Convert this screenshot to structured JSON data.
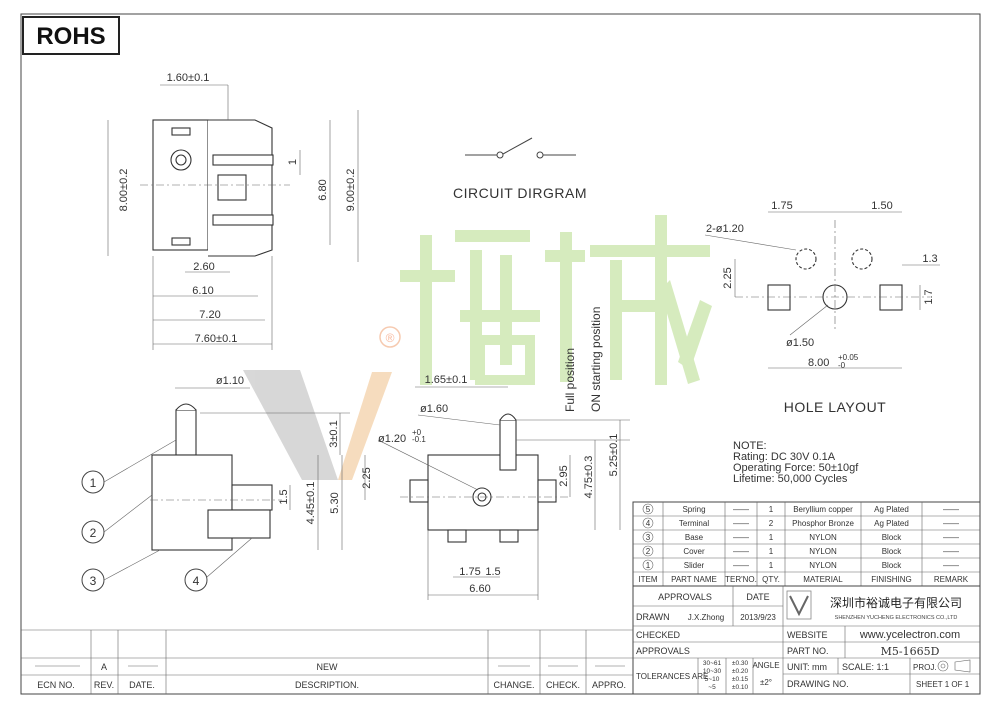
{
  "rohs": "ROHS",
  "side_view": {
    "dims": [
      "1.60±0.1",
      "8.00±0.2",
      "1",
      "6.80",
      "9.00±0.2",
      "2.60",
      "6.10",
      "7.20",
      "7.60±0.1"
    ]
  },
  "circuit": {
    "title": "CIRCUIT DIRGRAM"
  },
  "hole_layout": {
    "title": "HOLE LAYOUT",
    "dims": [
      "1.75",
      "1.50",
      "2-ø1.20",
      "2.25",
      "1.3",
      "1.7",
      "ø1.50",
      "8.00"
    ],
    "tol_upper": "+0.05",
    "tol_lower": "-0"
  },
  "front_view": {
    "dims": [
      "ø1.10",
      "3±0.1",
      "2.25",
      "1.5",
      "4.45±0.1",
      "5.30"
    ],
    "balloons": [
      "1",
      "2",
      "3",
      "4"
    ]
  },
  "top_view": {
    "dims": [
      "1.65±0.1",
      "ø1.60",
      "ø1.20",
      "+0",
      "-0.1",
      "2.95",
      "4.75±0.3",
      "5.25±0.1",
      "1.75",
      "1.5",
      "6.60"
    ],
    "positions": [
      "Full position",
      "ON starting position"
    ]
  },
  "note": {
    "lines": [
      "NOTE:",
      "Rating: DC   30V   0.1A",
      "Operating Force: 50±10gf",
      "Lifetime:   50,000 Cycles"
    ]
  },
  "watermark": {
    "reg": "®"
  },
  "bom": {
    "headers": [
      "ITEM",
      "PART NAME",
      "TER'NO.",
      "QTY.",
      "MATERIAL",
      "FINISHING",
      "REMARK"
    ],
    "rows": [
      {
        "item": "5",
        "name": "Spring",
        "ter": "——",
        "qty": "1",
        "material": "Beryllium copper",
        "finish": "Ag Plated",
        "remark": "——"
      },
      {
        "item": "4",
        "name": "Terminal",
        "ter": "——",
        "qty": "2",
        "material": "Phosphor Bronze",
        "finish": "Ag Plated",
        "remark": "——"
      },
      {
        "item": "3",
        "name": "Base",
        "ter": "——",
        "qty": "1",
        "material": "NYLON",
        "finish": "Block",
        "remark": "——"
      },
      {
        "item": "2",
        "name": "Cover",
        "ter": "——",
        "qty": "1",
        "material": "NYLON",
        "finish": "Block",
        "remark": "——"
      },
      {
        "item": "1",
        "name": "Slider",
        "ter": "——",
        "qty": "1",
        "material": "NYLON",
        "finish": "Block",
        "remark": "——"
      }
    ]
  },
  "title_block": {
    "approvals": "APPROVALS",
    "date": "DATE",
    "drawn": "DRAWN",
    "drawn_by": "J.X.Zhong",
    "drawn_date": "2013/9/23",
    "checked": "CHECKED",
    "approvals2": "APPROVALS",
    "tolerances": "TOLERANCES ARE",
    "tol_ranges": [
      "30~61",
      "10~30",
      "5~10",
      "~5"
    ],
    "tol_values": [
      "±0.30",
      "±0.20",
      "±0.15",
      "±0.10"
    ],
    "angle": "ANGLE",
    "angle_val": "±2°",
    "company_cn": "深圳市裕诚电子有限公司",
    "company_en": "SHENZHEN YUCHENG ELECTRONICS CO.,LTD",
    "website_label": "WEBSITE",
    "website": "www.ycelectron.com",
    "part_no_label": "PART NO.",
    "part_no": "M5-1665D",
    "unit": "UNIT: mm",
    "scale": "SCALE:   1:1",
    "proj": "PROJ.",
    "drawing_no": "DRAWING NO.",
    "sheet": "SHEET   1  OF  1"
  },
  "revision": {
    "row_rev": "A",
    "row_desc": "NEW",
    "headers": [
      "ECN NO.",
      "REV.",
      "DATE.",
      "DESCRIPTION.",
      "CHANGE.",
      "CHECK.",
      "APPRO."
    ]
  }
}
